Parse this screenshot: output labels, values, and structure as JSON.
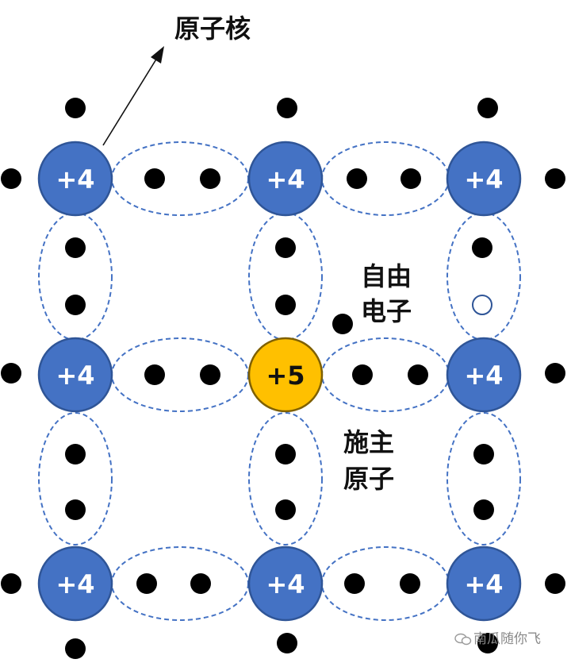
{
  "labels": {
    "nucleus": "原子核",
    "free_electron_line1": "自由",
    "free_electron_line2": "电子",
    "donor_line1": "施主",
    "donor_line2": "原子"
  },
  "atoms": {
    "silicon_charge": "+4",
    "donor_charge": "+5"
  },
  "watermark": "南瓜随你飞",
  "colors": {
    "silicon": "#4472C4",
    "silicon_stroke": "#2F5597",
    "donor": "#FFC000",
    "donor_stroke": "#7F6000",
    "electron": "#000000",
    "bond_outline": "#4472C4",
    "hole_outline": "#2F5597"
  },
  "icons": {
    "watermark": "wechat-icon"
  }
}
